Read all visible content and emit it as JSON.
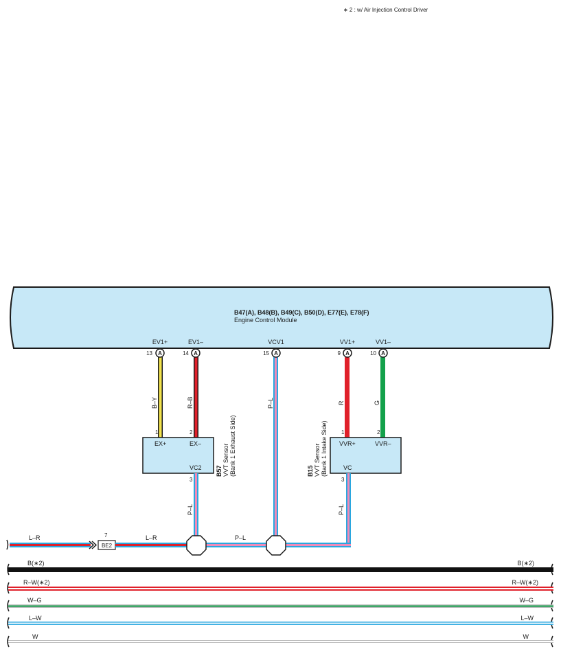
{
  "note": "∗ 2 : w/ Air Injection Control Driver",
  "ecm": {
    "codes": "B47(A), B48(B), B49(C), B50(D), E77(E), E78(F)",
    "name": "Engine Control Module",
    "pins": [
      {
        "name": "EV1+",
        "num": "13",
        "conn": "A"
      },
      {
        "name": "EV1–",
        "num": "14",
        "conn": "A"
      },
      {
        "name": "VCV1",
        "num": "15",
        "conn": "A"
      },
      {
        "name": "VV1+",
        "num": "9",
        "conn": "A"
      },
      {
        "name": "VV1–",
        "num": "10",
        "conn": "A"
      }
    ]
  },
  "wires": {
    "ev1p": "B–Y",
    "ev1m": "R–B",
    "vcv1": "P–L",
    "vv1p": "R",
    "vv1m": "G",
    "vc2": "P–L",
    "vc": "P–L",
    "harness_left": "L–R",
    "harness_mid": "L–R",
    "joint_link": "P–L"
  },
  "sensor_exhaust": {
    "code": "B57",
    "line1": "VVT Sensor",
    "line2": "(Bank 1 Exhaust Side)",
    "pin1_num": "1",
    "pin1_name": "EX+",
    "pin2_num": "2",
    "pin2_name": "EX–",
    "pin3_num": "3",
    "pin3_name": "VC2"
  },
  "sensor_intake": {
    "code": "B15",
    "line1": "VVT Sensor",
    "line2": "(Bank 1 Intake Side)",
    "pin1_num": "1",
    "pin1_name": "VVR+",
    "pin2_num": "2",
    "pin2_name": "VVR–",
    "pin3_num": "3",
    "pin3_name": "VC"
  },
  "connector": {
    "num": "7",
    "name": "BE2"
  },
  "buses": [
    {
      "left": "B(∗2)",
      "right": "B(∗2)"
    },
    {
      "left": "R–W(∗2)",
      "right": "R–W(∗2)"
    },
    {
      "left": "W–G",
      "right": "W–G"
    },
    {
      "left": "L–W",
      "right": "L–W"
    },
    {
      "left": "W",
      "right": "W"
    }
  ],
  "colors": {
    "module_fill": "#c7e8f7",
    "yellow": "#f2e34c",
    "red": "#e0202a",
    "green": "#13a14b",
    "blue": "#2aa7df",
    "pink": "#f08ab8",
    "black": "#111111",
    "gray": "#bdbdbd"
  }
}
